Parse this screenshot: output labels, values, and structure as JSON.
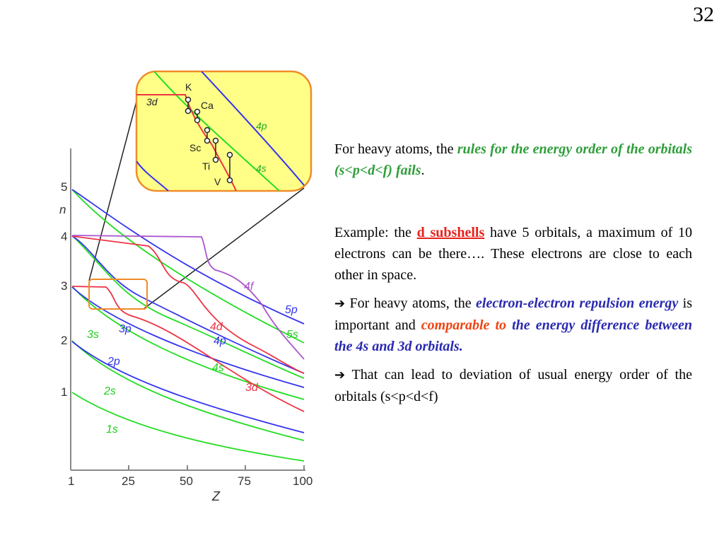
{
  "slide_number": "32",
  "diagram": {
    "y_axis_label": "n",
    "x_axis_label": "Z",
    "y_ticks": [
      "1",
      "2",
      "3",
      "4",
      "5"
    ],
    "x_ticks": [
      "1",
      "25",
      "50",
      "75",
      "100"
    ],
    "curve_labels": {
      "s1": "1s",
      "s2": "2s",
      "p2": "2p",
      "s3": "3s",
      "p3": "3p",
      "d3": "3d",
      "s4": "4s",
      "p4": "4p",
      "d4": "4d",
      "f4": "4f",
      "s5": "5s",
      "p5": "5p"
    },
    "inset": {
      "labels": {
        "d3": "3d",
        "p4": "4p",
        "s4": "4s",
        "K": "K",
        "Ca": "Ca",
        "Sc": "Sc",
        "Ti": "Ti",
        "V": "V"
      }
    },
    "colors": {
      "s_orbital": "#22dd22",
      "p_orbital": "#3333ee",
      "d_orbital": "#ee3344",
      "f_orbital": "#aa55cc",
      "inset_fill": "#ffff88",
      "inset_border": "#f08c28"
    }
  },
  "text": {
    "p1_before": "For heavy atoms, the ",
    "p1_emphasis": "rules for the energy order of the orbitals (s<p<d<f) fails",
    "p1_after": ".",
    "p2_before": "Example: the ",
    "p2_emphasis": "d subshells",
    "p2_after": " have 5 orbitals, a maximum of 10 electrons can be there…. These electrons are close to each other in space.",
    "arrow_icon": "➔",
    "p3_before": " For heavy atoms, the ",
    "p3_emphasis1": "electron-electron repulsion energy",
    "p3_middle": " is important and ",
    "p3_emphasis2": "comparable to",
    "p3_emphasis3": " the energy difference between the 4s and 3d orbitals.",
    "p4_text": " That can lead to deviation of usual energy order of the orbitals (s<p<d<f)"
  }
}
